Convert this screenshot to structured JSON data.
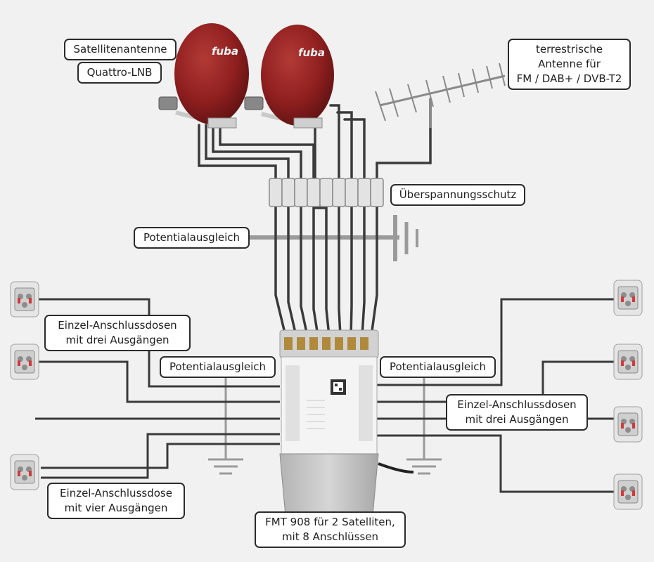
{
  "labels": {
    "satellite_antenna": "Satellitenantenne",
    "quattro_lnb": "Quattro-LNB",
    "terrestrial_antenna": [
      "terrestrische",
      "Antenne für",
      "FM / DAB+ / DVB-T2"
    ],
    "surge_protection": "Überspannungsschutz",
    "equipotential_top": "Potentialausgleich",
    "equipotential_left": "Potentialausgleich",
    "equipotential_right": "Potentialausgleich",
    "single_sockets_left": [
      "Einzel-Anschlussdosen",
      "mit drei Ausgängen"
    ],
    "single_sockets_right": [
      "Einzel-Anschlussdosen",
      "mit drei Ausgängen"
    ],
    "socket_four_outputs": [
      "Einzel-Anschlussdose",
      "mit vier Ausgängen"
    ],
    "multiswitch": [
      "FMT 908 für 2 Satelliten,",
      "mit 8 Anschlüssen"
    ]
  },
  "dish_brand": "fuba",
  "colors": {
    "background": "#f1f1f1",
    "dish": "#8f1f1f",
    "cable": "#3a3a3a",
    "ground": "#9a9a9a",
    "device": "#e9e9e9"
  }
}
